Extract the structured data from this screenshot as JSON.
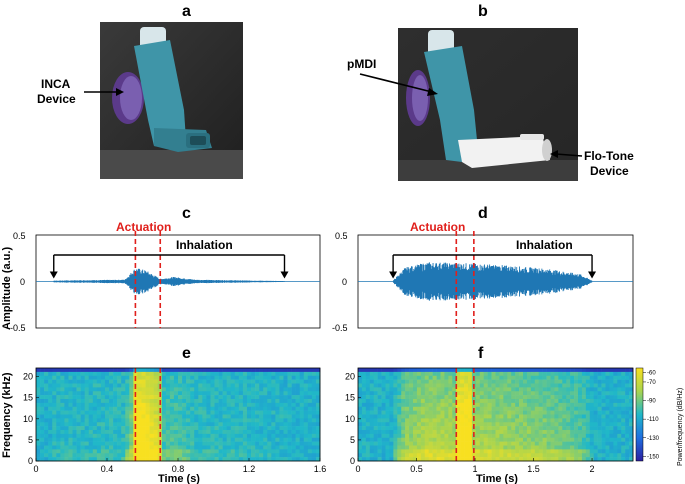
{
  "panel_labels": {
    "a": "a",
    "b": "b",
    "c": "c",
    "d": "d",
    "e": "e",
    "f": "f"
  },
  "photo_a": {
    "device_label_line1": "INCA",
    "device_label_line2": "Device"
  },
  "photo_b": {
    "pmdi_label": "pMDI",
    "flotone_line1": "Flo-Tone",
    "flotone_line2": "Device"
  },
  "waveform_labels": {
    "actuation": "Actuation",
    "inhalation": "Inhalation"
  },
  "colors": {
    "signal": "#1f77b4",
    "marker": "#e0201c",
    "photo_bg": "#2b2b2b",
    "inhaler_blue": "#3f95a8",
    "ring_purple": "#5b3a8a"
  },
  "chart_data": [
    {
      "type": "line",
      "panel": "c",
      "ylabel": "Amplitude (a.u.)",
      "yticks": [
        "0.5",
        "0",
        "-0.5"
      ],
      "ylim": [
        -0.5,
        0.5
      ],
      "xlim": [
        0,
        1.6
      ],
      "series": [
        {
          "x": [
            0.1,
            0.5,
            0.56,
            0.62,
            0.7,
            0.78,
            0.9,
            1.4
          ],
          "envelope": [
            0.01,
            0.02,
            0.15,
            0.12,
            0.03,
            0.05,
            0.02,
            0.005
          ]
        }
      ],
      "actuation_x": [
        0.56,
        0.7
      ],
      "inhalation_span": [
        0.1,
        1.4
      ]
    },
    {
      "type": "line",
      "panel": "d",
      "yticks": [
        "0.5",
        "0",
        "-0.5"
      ],
      "ylim": [
        -0.5,
        0.5
      ],
      "xlim": [
        0,
        2.35
      ],
      "series": [
        {
          "x": [
            0.3,
            0.4,
            0.6,
            0.9,
            1.2,
            1.6,
            1.9,
            2.0
          ],
          "envelope": [
            0.01,
            0.15,
            0.21,
            0.2,
            0.18,
            0.14,
            0.08,
            0.01
          ]
        }
      ],
      "actuation_x": [
        0.84,
        0.99
      ],
      "inhalation_span": [
        0.3,
        2.0
      ]
    },
    {
      "type": "heatmap",
      "panel": "e",
      "xlabel": "Time (s)",
      "ylabel": "Frequency (kHz)",
      "xticks": [
        "0",
        "0.4",
        "0.8",
        "1.2",
        "1.6"
      ],
      "xtick_values": [
        0,
        0.4,
        0.8,
        1.2,
        1.6
      ],
      "yticks": [
        "20",
        "15",
        "10",
        "5",
        "0"
      ],
      "ytick_values": [
        20,
        15,
        10,
        5,
        0
      ],
      "xlim": [
        0,
        1.6
      ],
      "ylim": [
        0,
        22.05
      ],
      "actuation_x": [
        0.56,
        0.7
      ]
    },
    {
      "type": "heatmap",
      "panel": "f",
      "xlabel": "Time (s)",
      "yticks": [
        "20",
        "15",
        "10",
        "5",
        "0"
      ],
      "ytick_values": [
        20,
        15,
        10,
        5,
        0
      ],
      "xticks": [
        "0",
        "0.5",
        "1",
        "1.5",
        "2"
      ],
      "xtick_values": [
        0,
        0.5,
        1,
        1.5,
        2
      ],
      "xlim": [
        0,
        2.35
      ],
      "ylim": [
        0,
        22.05
      ],
      "actuation_x": [
        0.84,
        0.99
      ],
      "colorbar": {
        "label": "Power/frequency (dB/Hz)",
        "ticks": [
          "-60",
          "-70",
          "-90",
          "-110",
          "-130",
          "-150"
        ],
        "tick_values": [
          -60,
          -70,
          -90,
          -110,
          -130,
          -150
        ],
        "range": [
          -155,
          -55
        ]
      }
    }
  ]
}
